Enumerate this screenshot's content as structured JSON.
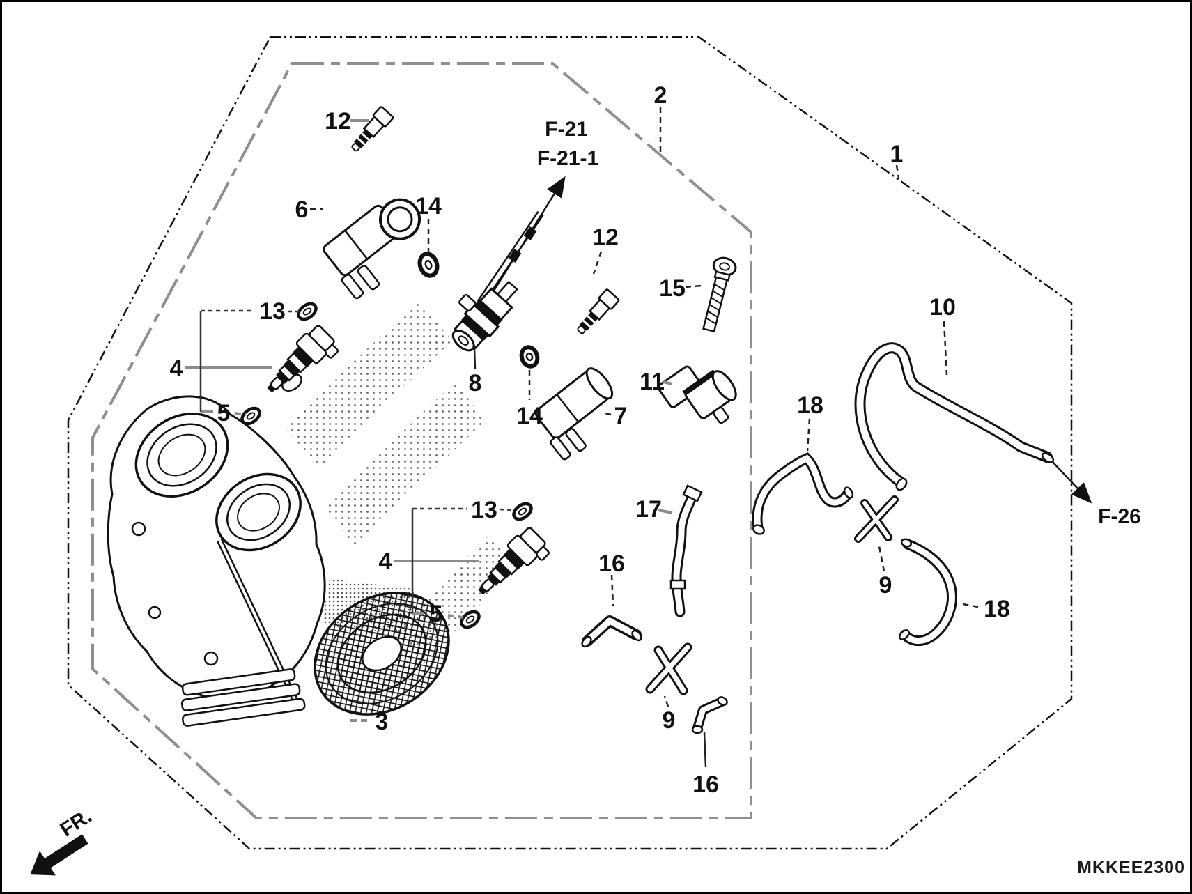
{
  "figure": {
    "background": "#ffffff",
    "ink_color": "#111111",
    "leader_color": "#8c8c8c",
    "diagram_code": "MKKEE2300",
    "front_marker": "FR.",
    "refs": {
      "f21": "F-21",
      "f21_sub": "F-21-1",
      "f26": "F-26"
    },
    "callouts": {
      "c1": "1",
      "c2": "2",
      "c3": "3",
      "c4a": "4",
      "c4b": "4",
      "c5a": "5",
      "c5b": "5",
      "c6": "6",
      "c7": "7",
      "c8": "8",
      "c9a": "9",
      "c9b": "9",
      "c10": "10",
      "c11": "11",
      "c12a": "12",
      "c12b": "12",
      "c13a": "13",
      "c13b": "13",
      "c14a": "14",
      "c14b": "14",
      "c15": "15",
      "c16a": "16",
      "c16b": "16",
      "c17": "17",
      "c18a": "18",
      "c18b": "18"
    }
  }
}
